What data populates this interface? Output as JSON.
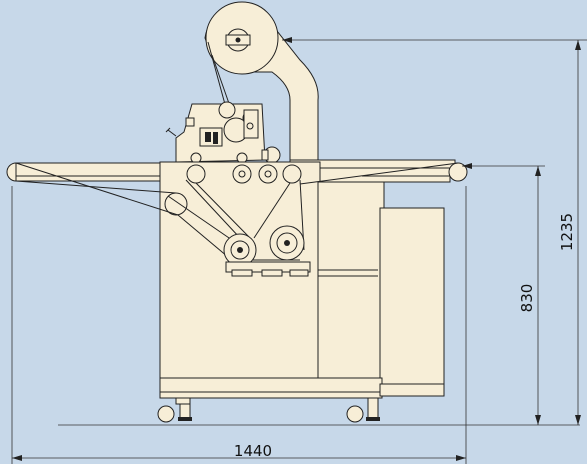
{
  "background_color": "#c7d8e9",
  "machine_color": "#f7eed7",
  "line_color": "#222222",
  "dimensions": {
    "width_label": "1440",
    "height_total_label": "1235",
    "height_table_label": "830"
  }
}
